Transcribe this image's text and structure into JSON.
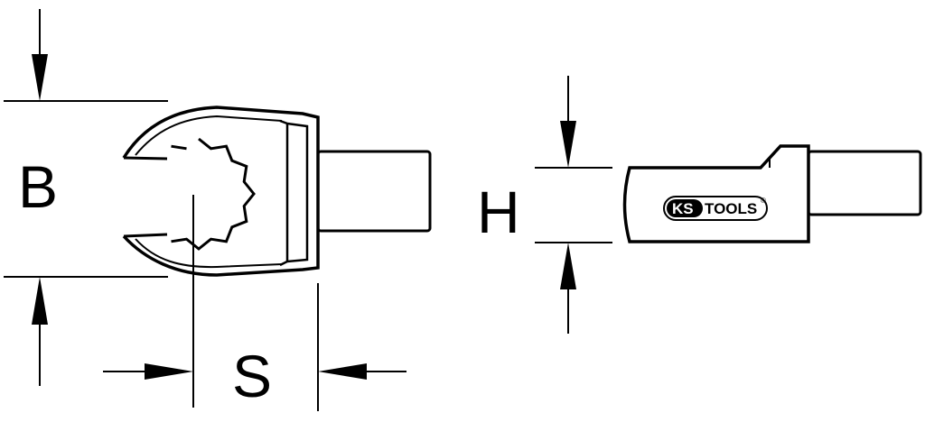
{
  "labels": {
    "b": "B",
    "s": "S",
    "h": "H"
  },
  "logo": {
    "brand_part1": "KS",
    "brand_part2": "TOOLS",
    "registered": "®"
  },
  "colors": {
    "line": "#000000",
    "background": "#ffffff"
  }
}
